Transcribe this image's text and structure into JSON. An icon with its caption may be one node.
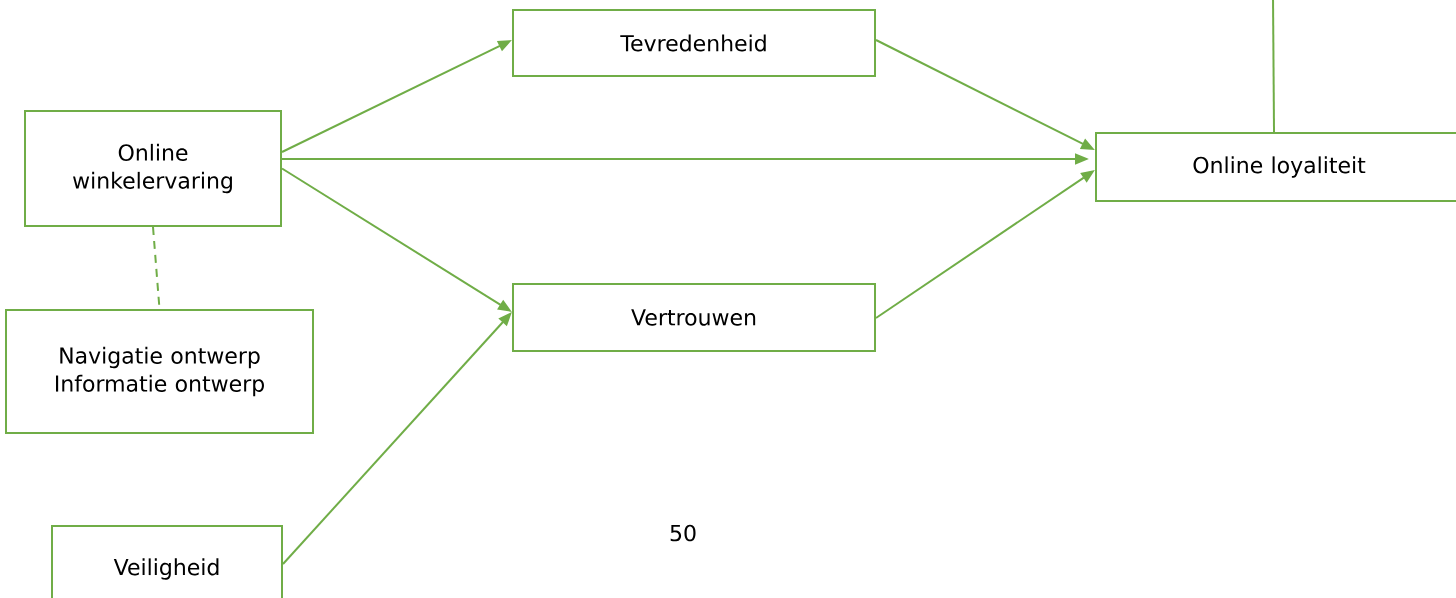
{
  "diagram": {
    "nodes": [
      {
        "text": [
          "Online winkelervaring"
        ]
      },
      {
        "text": [
          "Tevredenheid"
        ]
      },
      {
        "text": [
          "Online loyaliteit"
        ]
      },
      {
        "text": [
          "Navigatie ontwerp",
          "Informatie ontwerp"
        ]
      },
      {
        "text": [
          "Vertrouwen"
        ]
      },
      {
        "text": [
          "Veiligheid"
        ]
      }
    ],
    "edges": [
      {
        "from": 0,
        "to": 1,
        "arrow": "to"
      },
      {
        "from": 0,
        "to": 2,
        "arrow": "to"
      },
      {
        "from": 0,
        "to": 4,
        "arrow": "to"
      },
      {
        "from": 1,
        "to": 2,
        "arrow": "to"
      },
      {
        "from": 4,
        "to": 2,
        "arrow": "to"
      },
      {
        "from": 5,
        "to": 4,
        "arrow": "to"
      },
      {
        "from": 0,
        "to": 3,
        "arrow": "none",
        "style": "dashed"
      },
      {
        "from": null,
        "to": 2,
        "arrow": "none"
      }
    ],
    "labels": [
      "50"
    ]
  }
}
